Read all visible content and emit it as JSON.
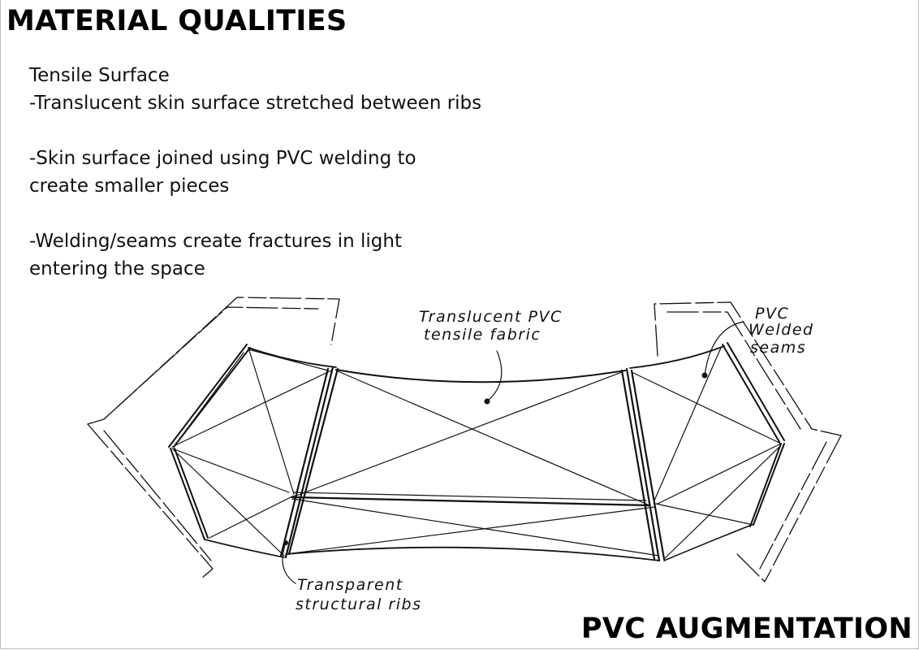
{
  "title": "MATERIAL QUALITIES",
  "footer_title": "PVC AUGMENTATION",
  "notes": {
    "heading": "Tensile Surface",
    "p1": "-Translucent skin surface stretched between ribs",
    "p2_line1": "-Skin surface joined using PVC welding to",
    "p2_line2": "create smaller pieces",
    "p3_line1": "-Welding/seams create fractures in light",
    "p3_line2": "entering the space"
  },
  "annotations": {
    "fabric_line1": "Translucent PVC",
    "fabric_line2": "tensile fabric",
    "seams_line1": "PVC",
    "seams_line2": "Welded",
    "seams_line3": "seams",
    "ribs_line1": "Transparent",
    "ribs_line2": "structural ribs"
  }
}
